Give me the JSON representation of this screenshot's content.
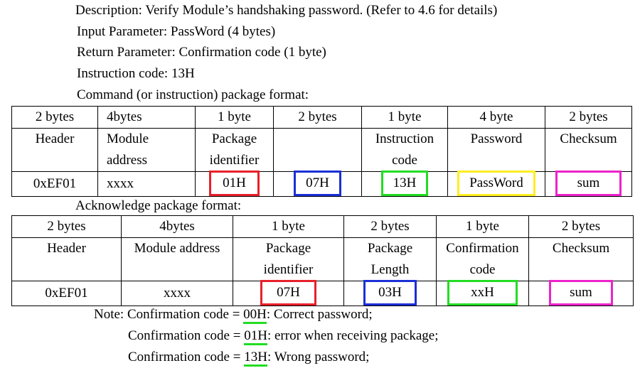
{
  "description": "Description: Verify Module’s handshaking password. (Refer to 4.6 for details)",
  "input_parameter": "Input Parameter: PassWord (4 bytes)",
  "return_parameter": "Return Parameter: Confirmation code (1 byte)",
  "instruction_code": "Instruction code: 13H",
  "command_format_title": "Command (or instruction) package format:",
  "command_table": {
    "sizes": [
      "2 bytes",
      "4bytes",
      "1 byte",
      "2 bytes",
      "1 byte",
      "4 byte",
      "2 bytes"
    ],
    "names": [
      [
        "Header"
      ],
      [
        "Module",
        "address"
      ],
      [
        "Package",
        "identifier"
      ],
      [
        ""
      ],
      [
        "Instruction",
        "code"
      ],
      [
        "Password"
      ],
      [
        "Checksum"
      ]
    ],
    "values": [
      "0xEF01",
      "xxxx",
      "01H",
      "07H",
      "13H",
      "PassWord",
      "sum"
    ]
  },
  "ack_format_title": "Acknowledge package format:",
  "ack_table": {
    "sizes": [
      "2 bytes",
      "4bytes",
      "1 byte",
      "2 bytes",
      "1 byte",
      "2 bytes"
    ],
    "names": [
      [
        "Header"
      ],
      [
        "Module address"
      ],
      [
        "Package",
        "identifier"
      ],
      [
        "Package",
        "Length"
      ],
      [
        "Confirmation",
        "code"
      ],
      [
        "Checksum"
      ]
    ],
    "values": [
      "0xEF01",
      "xxxx",
      "07H",
      "03H",
      "xxH",
      "sum"
    ]
  },
  "notes": [
    {
      "prefix": "Note: Confirmation code = ",
      "code": "00H",
      "suffix": ": Correct password;"
    },
    {
      "prefix": "Confirmation code = ",
      "code": "01H",
      "suffix": ": error when receiving package;"
    },
    {
      "prefix": "Confirmation code = ",
      "code": "13H",
      "suffix": ": Wrong password;"
    }
  ],
  "highlight_colors": {
    "red": "#e8202a",
    "blue": "#1a2fd6",
    "green": "#22dd22",
    "yellow": "#ffee22",
    "magenta": "#ee22cc"
  }
}
